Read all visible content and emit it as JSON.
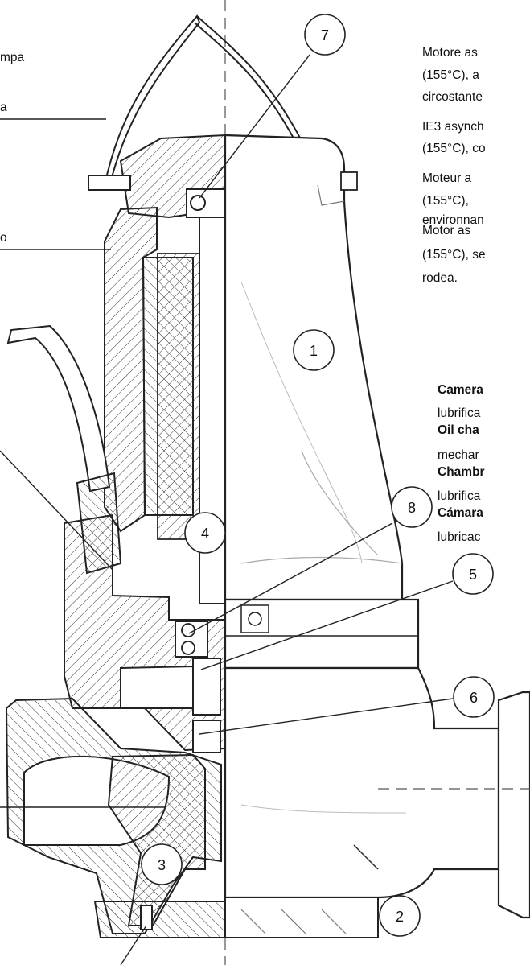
{
  "callouts": [
    "7",
    "1",
    "8",
    "4",
    "5",
    "6",
    "3",
    "2"
  ],
  "left_fragments": {
    "line1": "mpa",
    "line2": "a",
    "line3": "o"
  },
  "motor_text": {
    "it_1": "Motore as",
    "it_2": "(155°C),  a",
    "it_3": "circostante",
    "en_1": "IE3 asynch",
    "en_2": "(155°C), co",
    "fr_1": "Moteur  a",
    "fr_2": "(155°C),",
    "fr_3": "environnan",
    "es_1": "Motor   as",
    "es_2": "(155°C), se",
    "es_3": "rodea."
  },
  "oil_text": {
    "it_title": "Camera",
    "it_body": "lubrifica",
    "en_title": "Oil cha",
    "en_body": "mechar",
    "fr_title": "Chambr",
    "fr_body": "lubrifica",
    "es_title": "Cámara",
    "es_body": "lubricac"
  }
}
